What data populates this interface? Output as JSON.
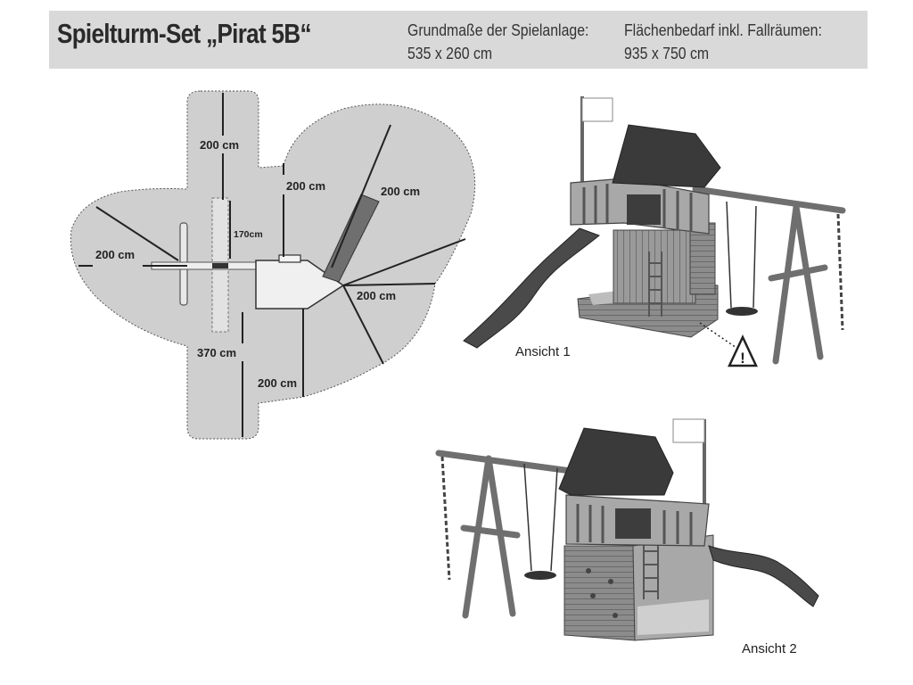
{
  "header": {
    "title": "Spielturm-Set „Pirat 5B“",
    "base_label": "Grundmaße der Spielanlage:",
    "base_value": "535 x 260 cm",
    "area_label": "Flächenbedarf inkl. Fallräumen:",
    "area_value": "935 x 750 cm"
  },
  "plan": {
    "dims": {
      "top_swing": "200 cm",
      "top_tower": "200 cm",
      "slide": "200 cm",
      "left": "200 cm",
      "swing_beam": "170cm",
      "right": "200 cm",
      "total": "370 cm",
      "bottom": "200 cm"
    }
  },
  "views": {
    "view1": "Ansicht 1",
    "view2": "Ansicht 2"
  },
  "colors": {
    "header_bg": "#d9d9d9",
    "fall_zone": "#cfcfcf",
    "roof": "#3a3a3a",
    "wood": "#7a7a7a"
  }
}
